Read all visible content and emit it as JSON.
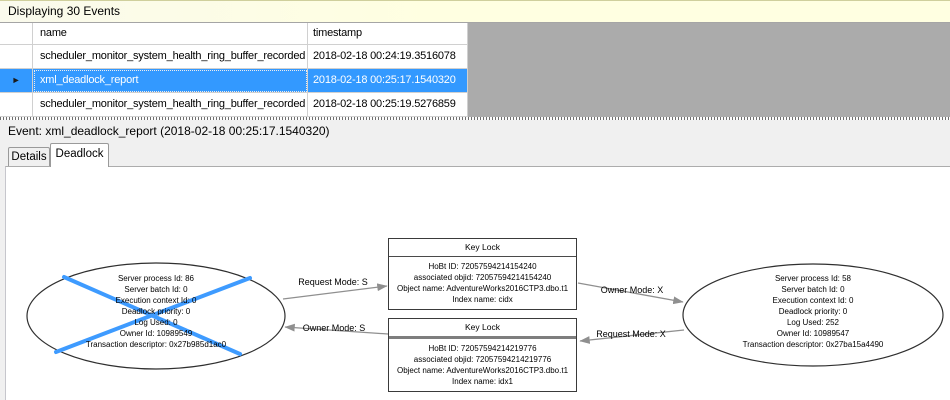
{
  "info_bar": {
    "text": "Displaying 30 Events"
  },
  "events_table": {
    "columns": {
      "name": "name",
      "timestamp": "timestamp"
    },
    "rows": [
      {
        "name": "scheduler_monitor_system_health_ring_buffer_recorded",
        "timestamp": "2018-02-18 00:24:19.3516078",
        "selected": false
      },
      {
        "name": "xml_deadlock_report",
        "timestamp": "2018-02-18 00:25:17.1540320",
        "selected": true
      },
      {
        "name": "scheduler_monitor_system_health_ring_buffer_recorded",
        "timestamp": "2018-02-18 00:25:19.5276859",
        "selected": false
      }
    ],
    "current_row_indicator": "►"
  },
  "event_detail": {
    "label": "Event: xml_deadlock_report (2018-02-18 00:25:17.1540320)"
  },
  "tabs": [
    {
      "label": "Details",
      "active": false
    },
    {
      "label": "Deadlock",
      "active": true
    }
  ],
  "deadlock_graph": {
    "victim_process": {
      "lines": [
        "Server process Id: 86",
        "Server batch Id: 0",
        "Execution context Id: 0",
        "Deadlock priority: 0",
        "Log Used: 0",
        "Owner Id: 10989549",
        "Transaction descriptor: 0x27b985d1ac0"
      ]
    },
    "other_process": {
      "lines": [
        "Server process Id: 58",
        "Server batch Id: 0",
        "Execution context Id: 0",
        "Deadlock priority: 0",
        "Log Used: 252",
        "Owner Id: 10989547",
        "Transaction descriptor: 0x27ba15a4490"
      ]
    },
    "locks": [
      {
        "title": "Key Lock",
        "lines": [
          "HoBt ID: 72057594214154240",
          "associated objid: 72057594214154240",
          "Object name: AdventureWorks2016CTP3.dbo.t1",
          "Index name: cidx"
        ]
      },
      {
        "title": "Key Lock",
        "lines": [
          "HoBt ID: 72057594214219776",
          "associated objid: 72057594214219776",
          "Object name: AdventureWorks2016CTP3.dbo.t1",
          "Index name: idx1"
        ]
      }
    ],
    "edges": [
      {
        "label": "Request Mode: S"
      },
      {
        "label": "Owner Mode: X"
      },
      {
        "label": "Owner Mode: S"
      },
      {
        "label": "Request Mode: X"
      }
    ]
  },
  "colors": {
    "selection_blue": "#3399FF",
    "victim_cross_blue": "#3E9BFF",
    "info_bar_yellow": "#FFFFE1",
    "grid_void_gray": "#ABABAB"
  }
}
